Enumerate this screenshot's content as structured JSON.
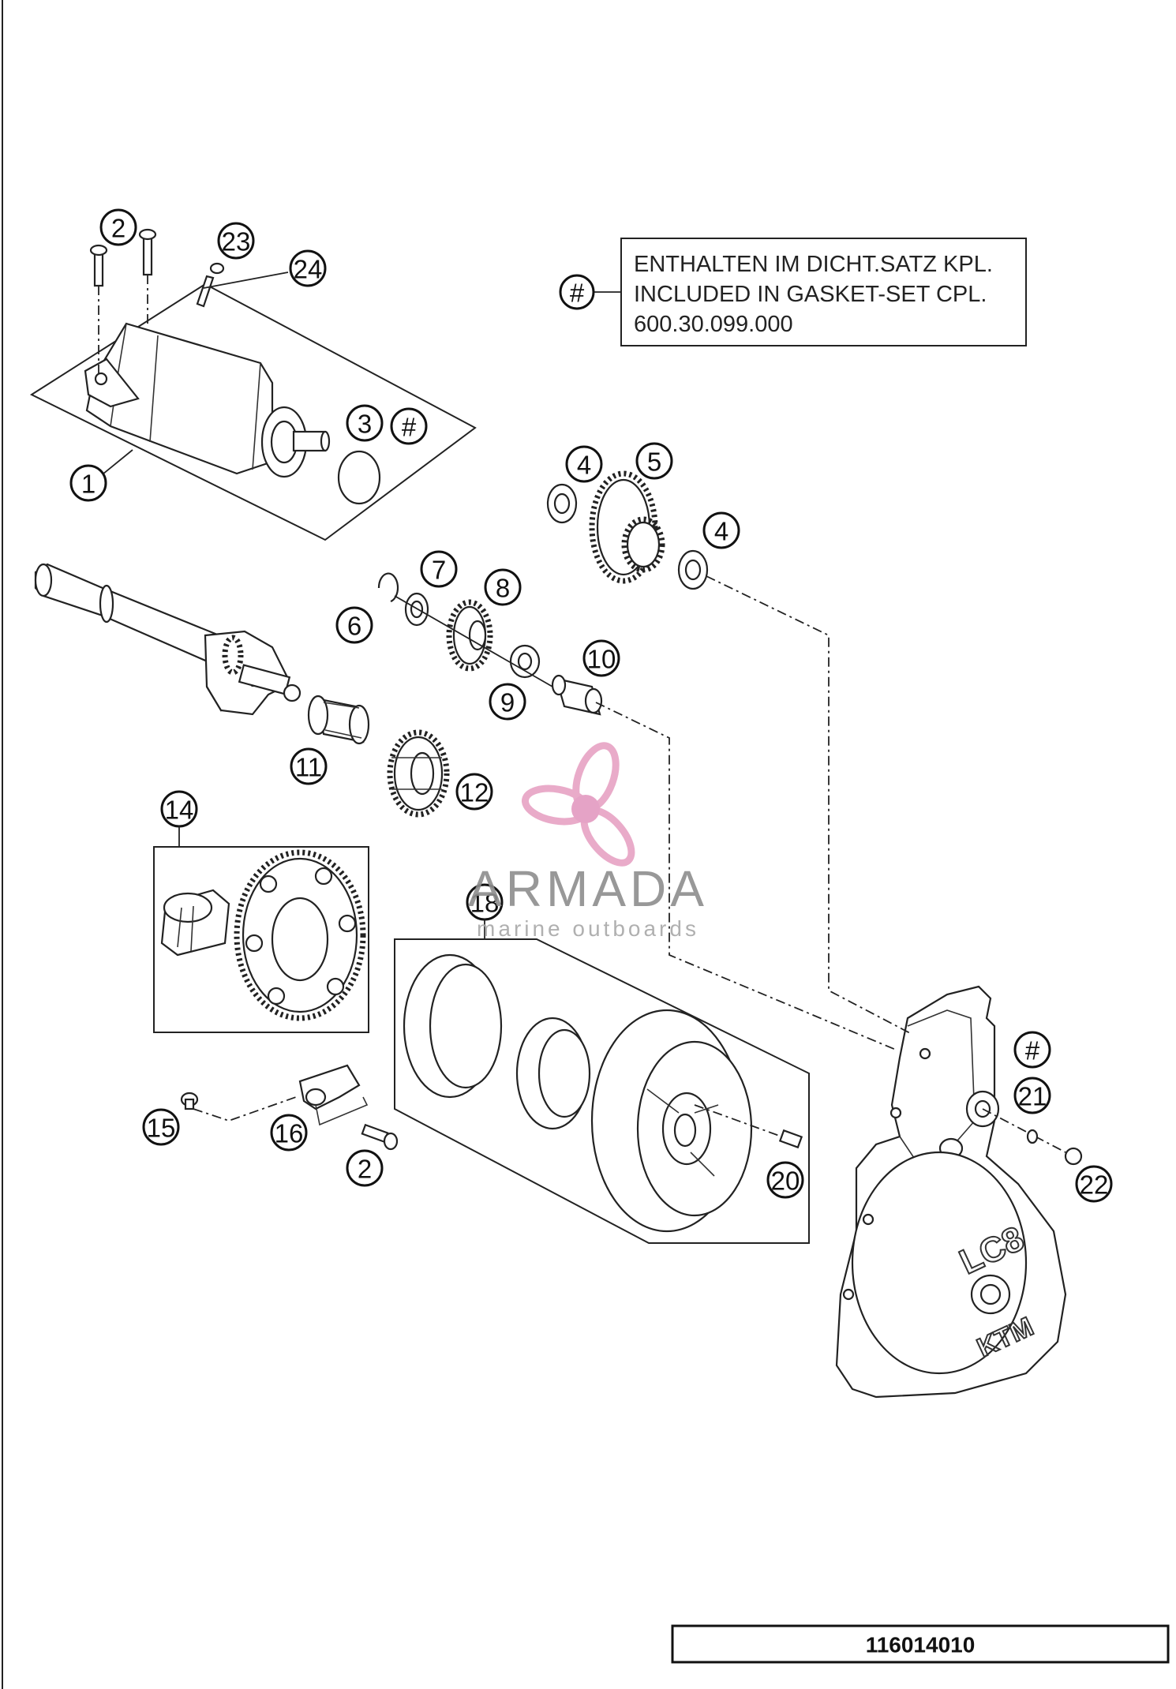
{
  "drawing": {
    "number": "116014010"
  },
  "note": {
    "symbol": "#",
    "line1": "ENTHALTEN IM DICHT.SATZ KPL.",
    "line2": "INCLUDED IN GASKET-SET CPL.",
    "line3": "600.30.099.000"
  },
  "callouts": {
    "c1": "1",
    "c2a": "2",
    "c2b": "2",
    "c3": "3",
    "c4a": "4",
    "c4b": "4",
    "c5": "5",
    "c6": "6",
    "c7": "7",
    "c8": "8",
    "c9": "9",
    "c10": "10",
    "c11": "11",
    "c12": "12",
    "c14": "14",
    "c15": "15",
    "c16": "16",
    "c18": "18",
    "c20": "20",
    "c21": "21",
    "c22": "22",
    "c23": "23",
    "c24": "24",
    "hash_a": "#",
    "hash_b": "#"
  },
  "watermark": {
    "name": "ARMADA",
    "tagline": "marine outboards",
    "colors": {
      "propeller": "#e7a3c4",
      "hub": "#e39ac0",
      "text": "#8d8d8d"
    }
  },
  "cover_logo": {
    "model": "LC8",
    "brand": "KTM"
  }
}
